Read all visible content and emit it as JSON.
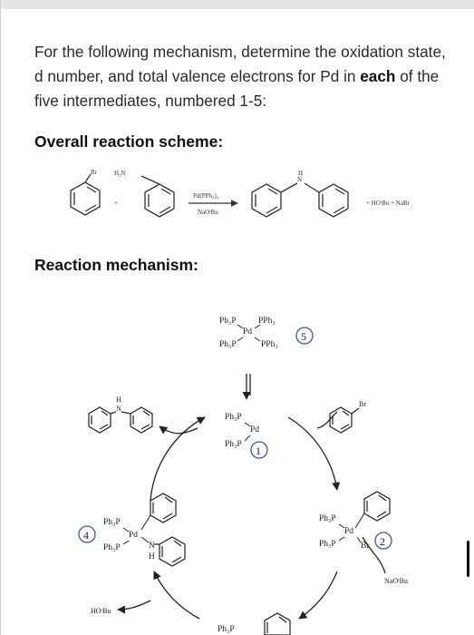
{
  "question": {
    "part1": "For the following mechanism, determine the oxidation state, d number, and total valence electrons for Pd in ",
    "bold": "each",
    "part2": " of the five intermediates, numbered 1-5:"
  },
  "headings": {
    "overall": "Overall reaction scheme:",
    "mechanism": "Reaction mechanism:"
  },
  "overall_scheme": {
    "reactant1_label": "Br",
    "reactant2_label": "H₂N",
    "plus": "+",
    "reagent_top": "Pd(PPh₃)₄",
    "reagent_bottom": "NaOᵗBu",
    "product_nh": "N",
    "product_h": "H",
    "byproducts": "+ HOᵗBu + NaBr"
  },
  "mechanism": {
    "int5": {
      "tl": "Ph₃P",
      "tr": "PPh₃",
      "center": "Pd",
      "bl": "Ph₃P",
      "br": "PPh₃",
      "num": "5"
    },
    "int1": {
      "top": "Ph₃P",
      "center": "Pd",
      "bottom": "Ph₃P",
      "num": "1"
    },
    "int2": {
      "top": "Ph₃P",
      "center": "Pd",
      "bottom": "Ph₃P",
      "br": "Br",
      "num": "2"
    },
    "int4": {
      "top": "Ph₃P",
      "center": "Pd",
      "bottom": "Ph₃P",
      "n": "N",
      "h": "H",
      "num": "4"
    },
    "int3": {
      "top": "Ph₃P"
    },
    "product": {
      "n": "N",
      "h": "H"
    },
    "aryl_bromide": {
      "br": "Br"
    },
    "base_in": "NaOᵗBu",
    "alcohol_out": "HOᵗBu"
  }
}
